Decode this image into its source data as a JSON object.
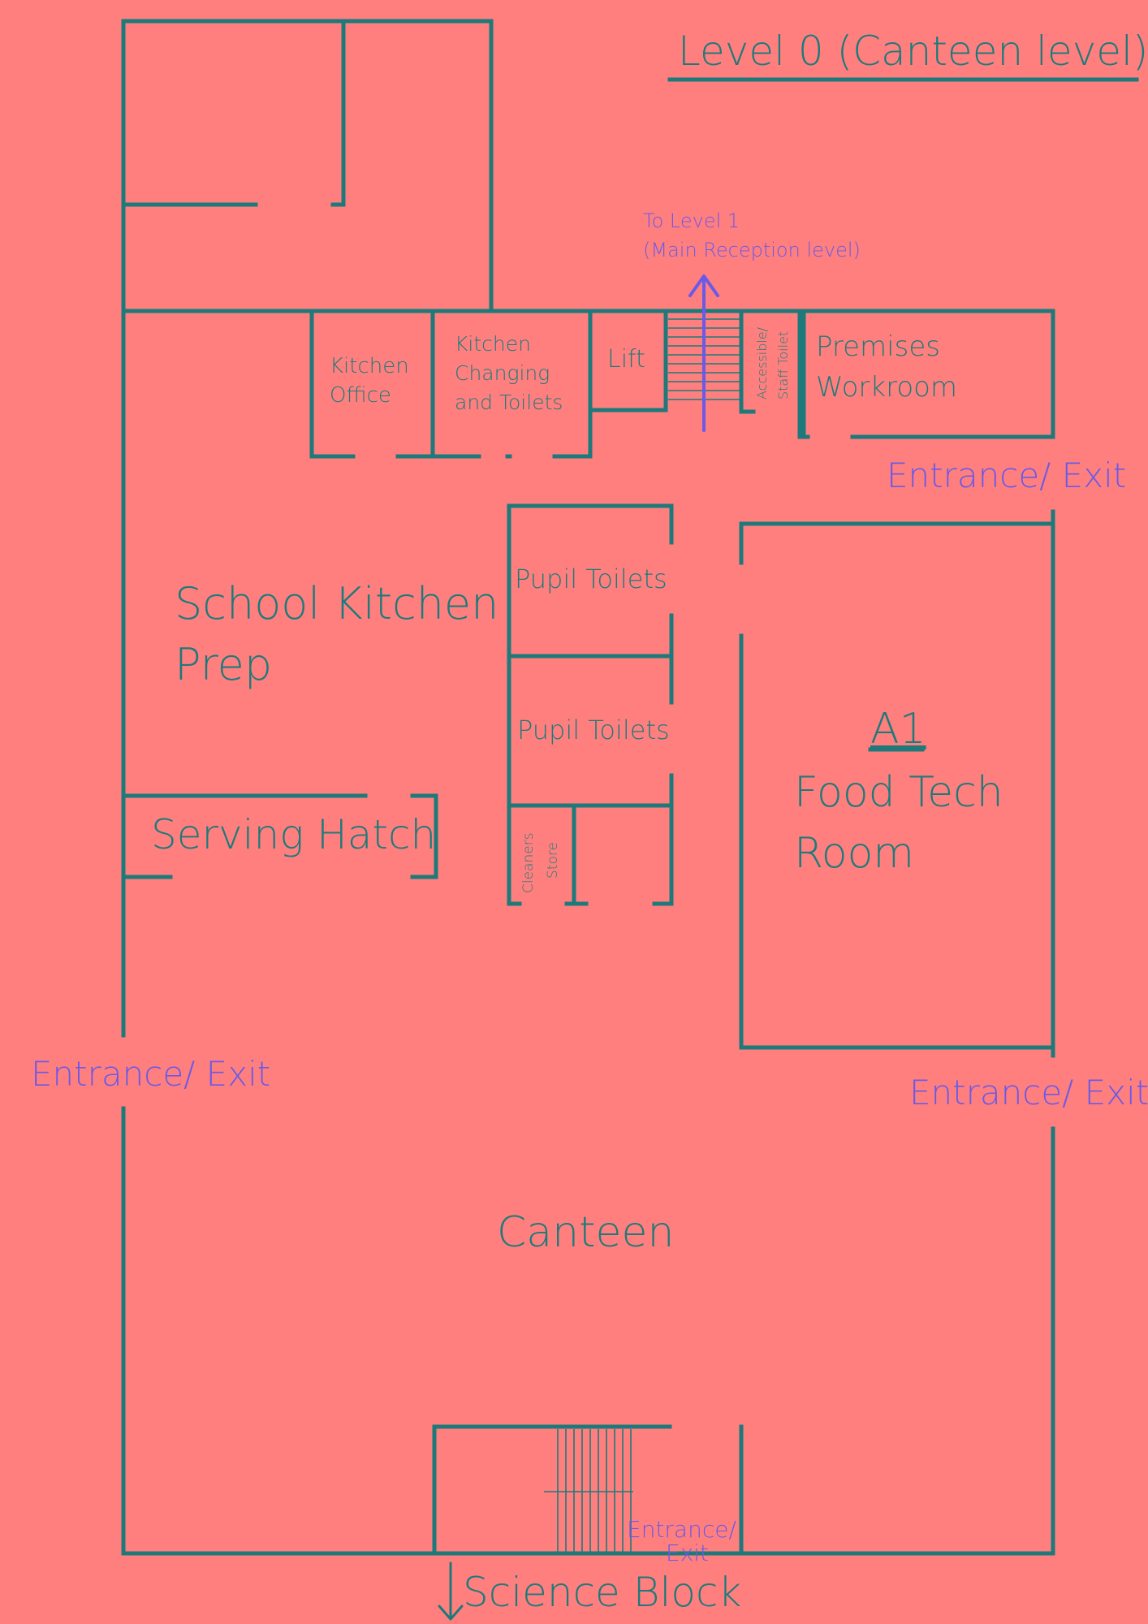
{
  "title": "Level 0 (Canteen level)",
  "direction_up": {
    "line1": "To Level 1",
    "line2": "(Main Reception level)"
  },
  "rooms": {
    "kitchen_office": [
      "Kitchen",
      "Office"
    ],
    "kitchen_changing": [
      "Kitchen",
      "Changing",
      "and Toilets"
    ],
    "lift": "Lift",
    "accessible_toilet": [
      "Accessible/",
      "Staff Toilet"
    ],
    "premises_workroom": [
      "Premises",
      "Workroom"
    ],
    "school_kitchen_prep": [
      "School Kitchen",
      "Prep"
    ],
    "pupil_toilets_1": "Pupil Toilets",
    "pupil_toilets_2": "Pupil Toilets",
    "cleaners_store": [
      "Cleaners",
      "Store"
    ],
    "serving_hatch": "Serving Hatch",
    "food_tech": {
      "code": "A1",
      "line1": "Food Tech",
      "line2": "Room"
    },
    "canteen": "Canteen"
  },
  "exits": {
    "top_right": "Entrance/ Exit",
    "left": "Entrance/ Exit",
    "right": "Entrance/ Exit",
    "bottom": [
      "Entrance/",
      "Exit"
    ]
  },
  "direction_down": "Science Block",
  "colors": {
    "background": "#ff7f7f",
    "walls": "#1e7a7a",
    "exits": "#6a5ae6"
  }
}
